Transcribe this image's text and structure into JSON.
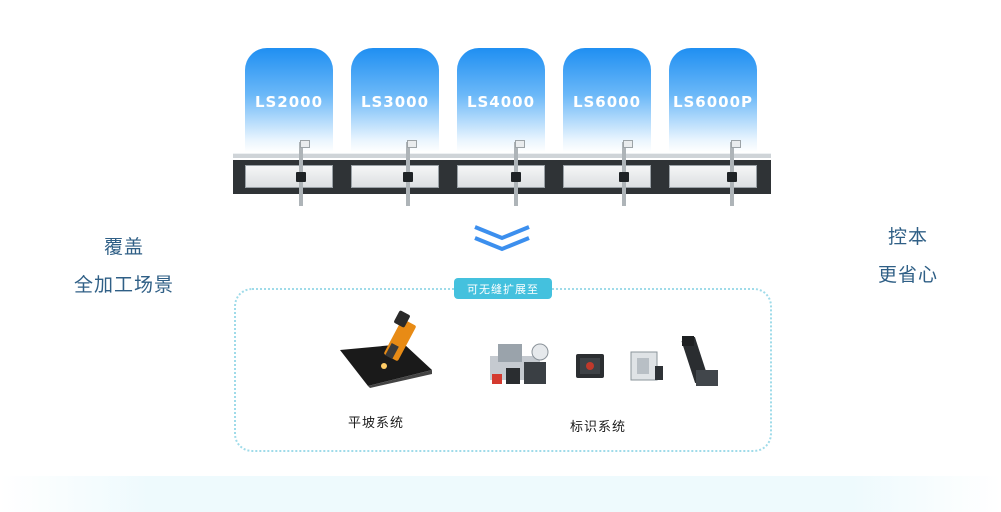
{
  "left_text": {
    "line1": "覆盖",
    "line2": "全加工场景"
  },
  "right_text": {
    "line1": "控本",
    "line2": "更省心"
  },
  "models": [
    "LS2000",
    "LS3000",
    "LS4000",
    "LS6000",
    "LS6000P"
  ],
  "extension_badge": "可无缝扩展至",
  "products": {
    "bevel_label": "平坡系统",
    "marking_label": "标识系统"
  },
  "colors": {
    "card_blue": "#1f8ff2",
    "badge_cyan": "#44c1de",
    "chevron_blue": "#3c8fee",
    "side_text": "#2f5f86",
    "dotted_border": "#9fdbe9"
  },
  "icons": [
    "double-chevron-down-icon",
    "bevel-cutting-head-icon",
    "marking-unit-icon",
    "camera-module-icon",
    "bracket-module-icon",
    "sensor-head-icon"
  ]
}
